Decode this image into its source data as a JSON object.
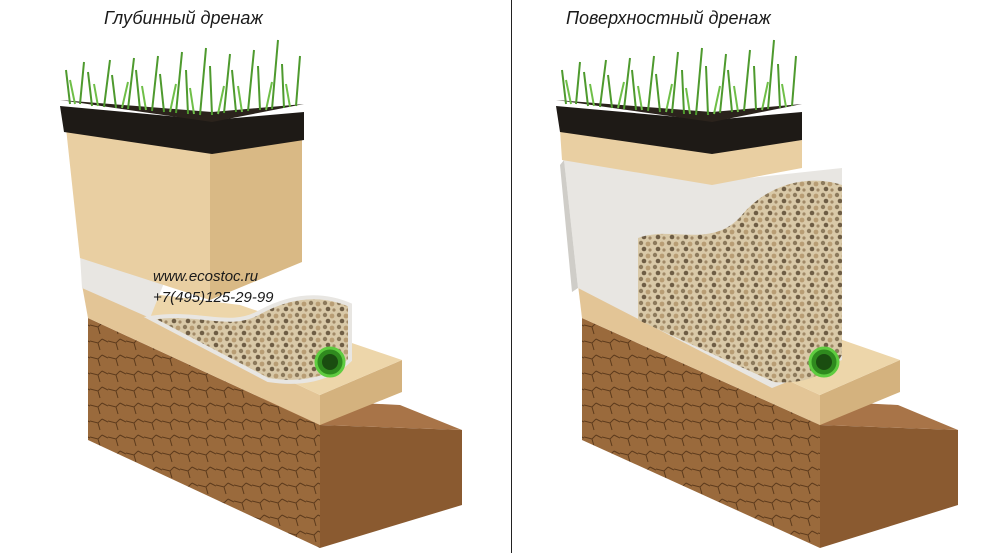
{
  "left_panel": {
    "title": "Глубинный дренаж",
    "website": "www.ecostoc.ru",
    "phone": "+7(495)125-29-99"
  },
  "right_panel": {
    "title": "Поверхностный дренаж"
  },
  "colors": {
    "grass": "#5a9e3a",
    "topsoil": "#1e1a16",
    "sand": "#e6cda0",
    "geotextile": "#e6e4e0",
    "gravel": "#c7b392",
    "clay": "#9a6a3c",
    "pipe": "#3fa82a"
  },
  "icons": [
    "drain-pipe-icon",
    "grass-icon"
  ]
}
